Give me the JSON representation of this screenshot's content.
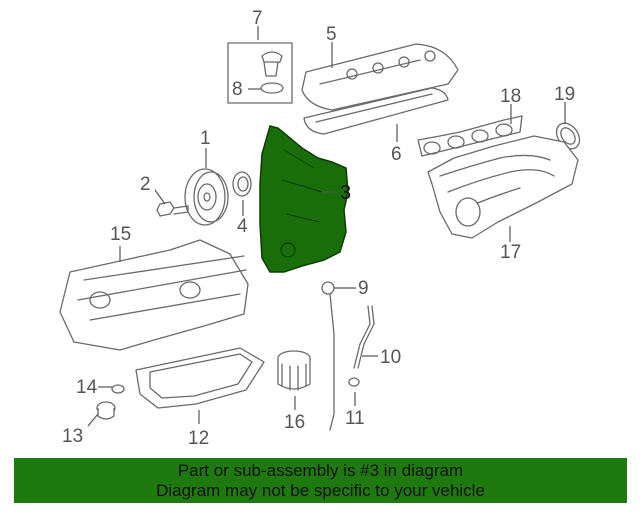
{
  "callouts": {
    "c1": "1",
    "c2": "2",
    "c3": "3",
    "c4": "4",
    "c5": "5",
    "c6": "6",
    "c7": "7",
    "c8": "8",
    "c9": "9",
    "c10": "10",
    "c11": "11",
    "c12": "12",
    "c13": "13",
    "c14": "14",
    "c15": "15",
    "c16": "16",
    "c17": "17",
    "c18": "18",
    "c19": "19"
  },
  "highlight_color": "#1a6e0a",
  "banner": {
    "line1": "Part or sub-assembly is #3 in diagram",
    "line2": "Diagram may not be specific to your vehicle",
    "color": "#1e7a0e"
  }
}
